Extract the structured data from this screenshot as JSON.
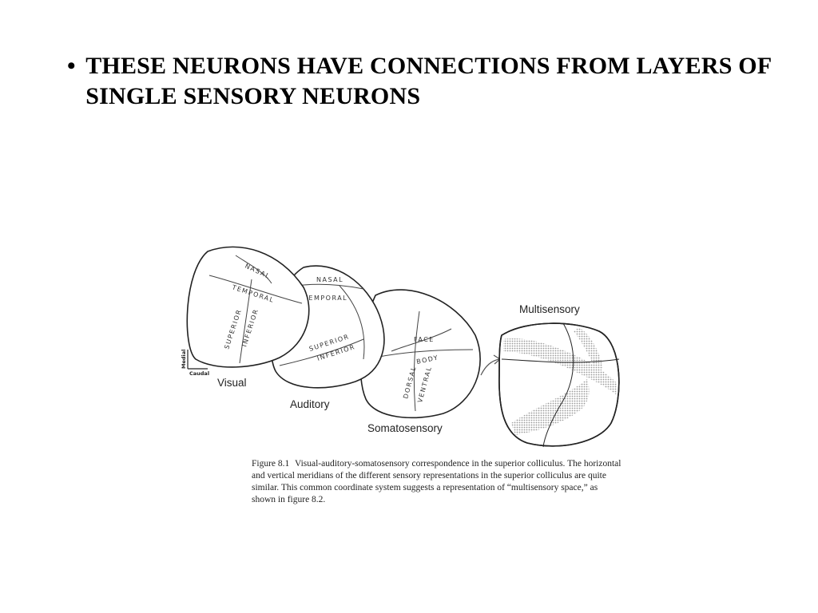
{
  "slide": {
    "bullet_symbol": "•",
    "bullet_text": "THESE NEURONS HAVE CONNECTIONS FROM LAYERS OF SINGLE SENSORY NEURONS"
  },
  "figure": {
    "maps": {
      "visual": {
        "name": "Visual",
        "labels": [
          "NASAL",
          "TEMPORAL",
          "SUPERIOR",
          "INFERIOR"
        ]
      },
      "auditory": {
        "name": "Auditory",
        "labels": [
          "NASAL",
          "TEMPORAL",
          "SUPERIOR",
          "INFERIOR"
        ]
      },
      "somatosensory": {
        "name": "Somatosensory",
        "labels": [
          "FACE",
          "BODY",
          "DORSAL",
          "VENTRAL"
        ]
      },
      "multisensory": {
        "name": "Multisensory"
      }
    },
    "axis": {
      "vertical": "Medial",
      "horizontal": "Caudal"
    },
    "colors": {
      "stroke": "#222222",
      "stipple": "#bdbdbd"
    }
  },
  "caption": {
    "number": "Figure 8.1",
    "text": "Visual-auditory-somatosensory correspondence in the superior colliculus. The horizontal and vertical meridians of the different sensory representations in the superior colliculus are quite similar. This common coordinate system suggests a representation of “multisensory space,” as shown in figure 8.2."
  }
}
